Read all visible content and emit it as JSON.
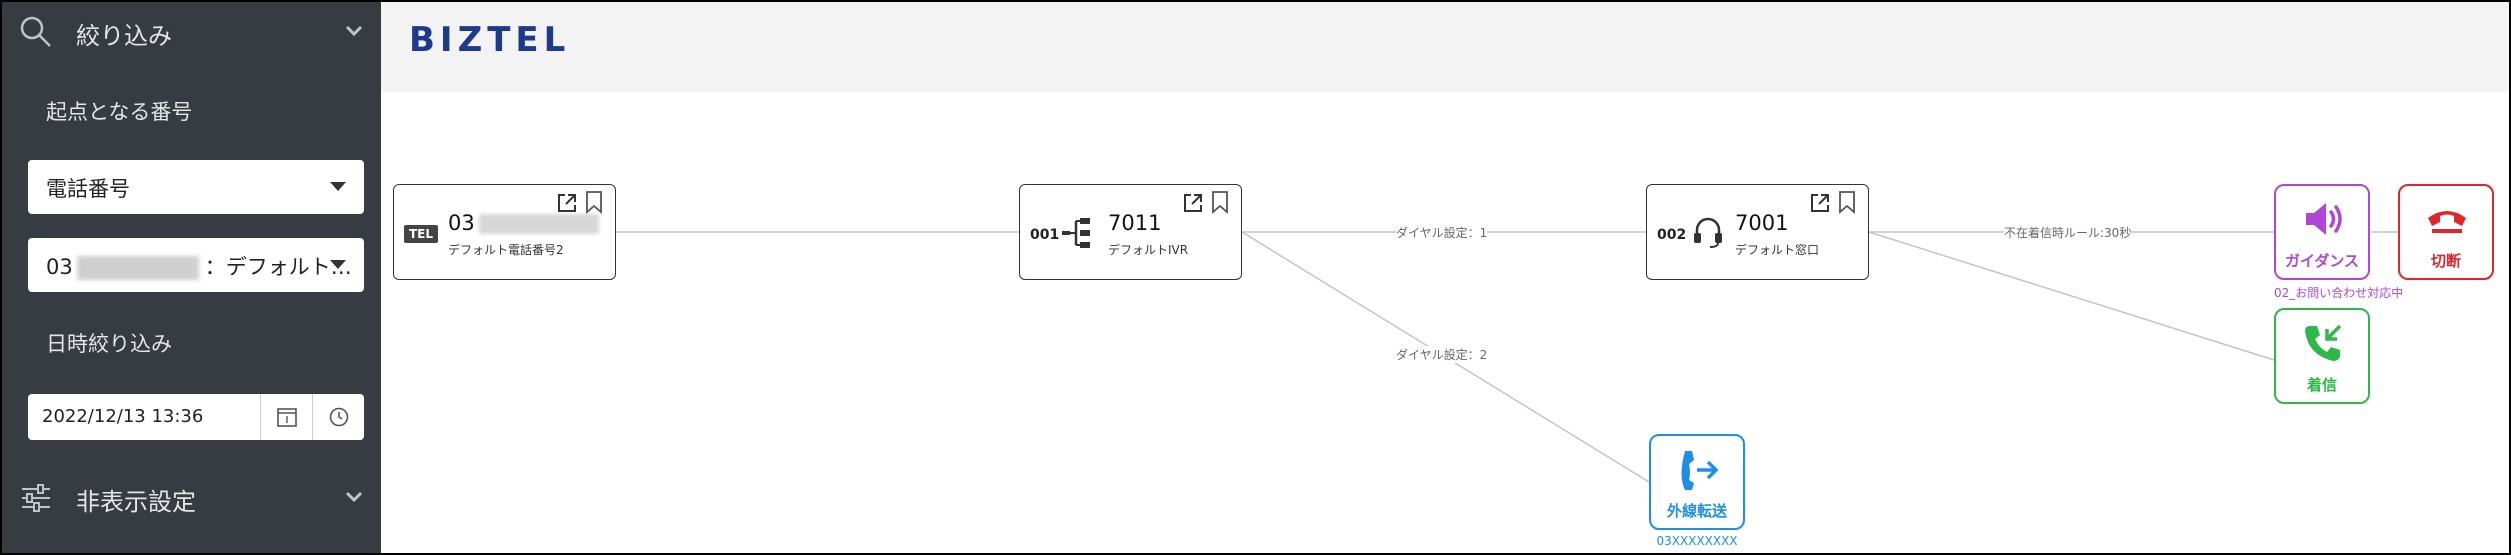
{
  "sidebar": {
    "filter_title": "絞り込み",
    "start_number_label": "起点となる番号",
    "number_type_select": "電話番号",
    "number_select_prefix": "03",
    "number_select_suffix": "：デフォルト…",
    "datetime_filter_label": "日時絞り込み",
    "datetime_value": "2022/12/13 13:36",
    "hidden_settings_title": "非表示設定"
  },
  "header": {
    "logo": "BIZTEL"
  },
  "flow": {
    "nodes": [
      {
        "kind": "TEL",
        "number": "03",
        "name": "デフォルト電話番号2"
      },
      {
        "kind": "001",
        "number": "7011",
        "name": "デフォルトIVR"
      },
      {
        "kind": "002",
        "number": "7001",
        "name": "デフォルト窓口"
      }
    ],
    "edge_labels": {
      "dial1": "ダイヤル設定：1",
      "dial2": "ダイヤル設定：2",
      "absence": "不在着信時ルール:30秒"
    },
    "tiles": {
      "guidance": {
        "label": "ガイダンス",
        "caption": "02_お問い合わせ対応中"
      },
      "disconnect": {
        "label": "切断"
      },
      "incoming": {
        "label": "着信"
      },
      "transfer": {
        "label": "外線転送",
        "caption": "03XXXXXXXX"
      }
    }
  },
  "colors": {
    "sidebar_bg": "#363c42",
    "logo": "#1e3a8c",
    "guidance": "#b046d8",
    "disconnect": "#e0262c",
    "incoming": "#2eb84a",
    "transfer": "#1e8ee6"
  }
}
